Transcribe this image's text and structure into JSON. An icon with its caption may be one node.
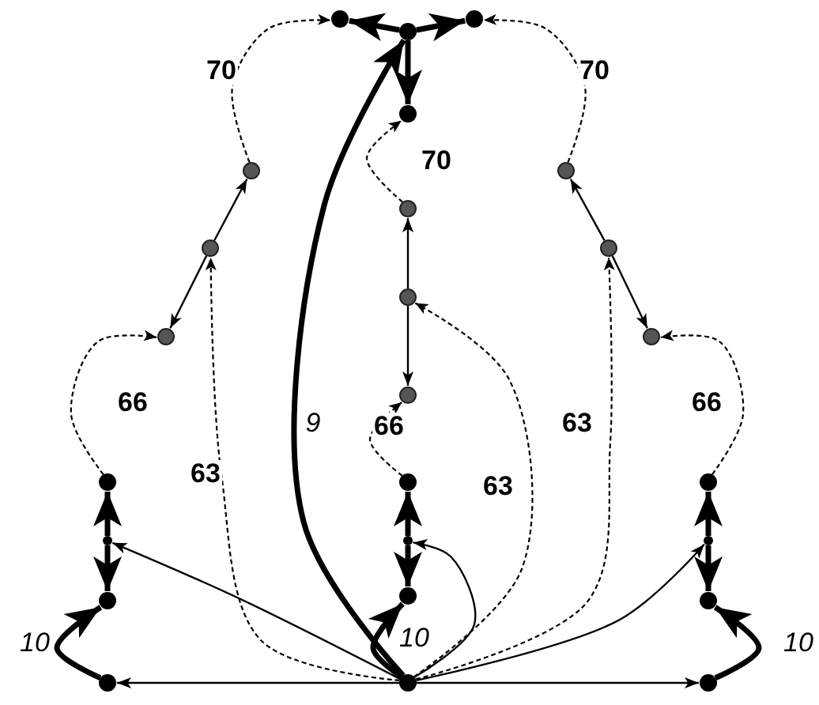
{
  "diagram": {
    "nodes": [
      {
        "text": [],
        "shape": "circle"
      },
      {
        "text": [],
        "shape": "circle"
      },
      {
        "text": [],
        "shape": "circle"
      },
      {
        "text": [],
        "shape": "circle"
      },
      {
        "text": [],
        "shape": "circle"
      },
      {
        "text": [],
        "shape": "circle"
      },
      {
        "text": [],
        "shape": "circle"
      },
      {
        "text": [],
        "shape": "circle"
      },
      {
        "text": [],
        "shape": "circle"
      },
      {
        "text": [],
        "shape": "circle"
      },
      {
        "text": [],
        "shape": "circle"
      },
      {
        "text": [],
        "shape": "circle"
      },
      {
        "text": [],
        "shape": "circle"
      },
      {
        "text": [],
        "shape": "circle"
      },
      {
        "text": [],
        "shape": "circle"
      },
      {
        "text": [],
        "shape": "circle"
      },
      {
        "text": [],
        "shape": "circle"
      },
      {
        "text": [],
        "shape": "circle"
      },
      {
        "text": [],
        "shape": "circle"
      },
      {
        "text": [],
        "shape": "circle"
      },
      {
        "text": [],
        "shape": "circle"
      },
      {
        "text": [],
        "shape": "circle"
      },
      {
        "text": [],
        "shape": "circle"
      },
      {
        "text": [],
        "shape": "circle"
      },
      {
        "text": [],
        "shape": "circle"
      }
    ],
    "edges": [
      {
        "from": 23,
        "to": 1,
        "arrow": "to",
        "style": "thick",
        "label": "9"
      },
      {
        "from": 1,
        "to": 0,
        "arrow": "to",
        "style": "thick"
      },
      {
        "from": 1,
        "to": 2,
        "arrow": "to",
        "style": "thick"
      },
      {
        "from": 1,
        "to": 3,
        "arrow": "to",
        "style": "thick"
      },
      {
        "from": 4,
        "to": 0,
        "arrow": "to",
        "style": "dashed",
        "label": "70"
      },
      {
        "from": 5,
        "to": 2,
        "arrow": "to",
        "style": "dashed",
        "label": "70"
      },
      {
        "from": 6,
        "to": 3,
        "arrow": "to",
        "style": "dashed",
        "label": "70"
      },
      {
        "from": 7,
        "to": 4,
        "arrow": "to"
      },
      {
        "from": 7,
        "to": 10,
        "arrow": "to"
      },
      {
        "from": 8,
        "to": 5,
        "arrow": "to"
      },
      {
        "from": 8,
        "to": 11,
        "arrow": "to"
      },
      {
        "from": 9,
        "to": 6,
        "arrow": "to"
      },
      {
        "from": 9,
        "to": 12,
        "arrow": "to"
      },
      {
        "from": 23,
        "to": 7,
        "arrow": "to",
        "style": "dashed",
        "label": "63"
      },
      {
        "from": 23,
        "to": 9,
        "arrow": "to",
        "style": "dashed",
        "label": "63"
      },
      {
        "from": 23,
        "to": 8,
        "arrow": "to",
        "style": "dashed",
        "label": "63"
      },
      {
        "from": 13,
        "to": 10,
        "arrow": "to",
        "style": "dashed",
        "label": "66"
      },
      {
        "from": 14,
        "to": 12,
        "arrow": "to",
        "style": "dashed",
        "label": "66"
      },
      {
        "from": 15,
        "to": 11,
        "arrow": "to",
        "style": "dashed",
        "label": "66"
      },
      {
        "from": 16,
        "to": 13,
        "arrow": "to",
        "style": "thick"
      },
      {
        "from": 16,
        "to": 19,
        "arrow": "to",
        "style": "thick"
      },
      {
        "from": 17,
        "to": 14,
        "arrow": "to",
        "style": "thick"
      },
      {
        "from": 17,
        "to": 20,
        "arrow": "to",
        "style": "thick"
      },
      {
        "from": 18,
        "to": 15,
        "arrow": "to",
        "style": "thick"
      },
      {
        "from": 18,
        "to": 21,
        "arrow": "to",
        "style": "thick"
      },
      {
        "from": 23,
        "to": 16,
        "arrow": "to"
      },
      {
        "from": 23,
        "to": 17,
        "arrow": "to"
      },
      {
        "from": 23,
        "to": 18,
        "arrow": "to"
      },
      {
        "from": 23,
        "to": 22,
        "arrow": "to"
      },
      {
        "from": 23,
        "to": 24,
        "arrow": "to"
      },
      {
        "from": 22,
        "to": 19,
        "arrow": "to",
        "style": "thick",
        "label": "10"
      },
      {
        "from": 23,
        "to": 20,
        "arrow": "to",
        "style": "thick",
        "label": "10"
      },
      {
        "from": 24,
        "to": 21,
        "arrow": "to",
        "style": "thick",
        "label": "10"
      }
    ]
  }
}
